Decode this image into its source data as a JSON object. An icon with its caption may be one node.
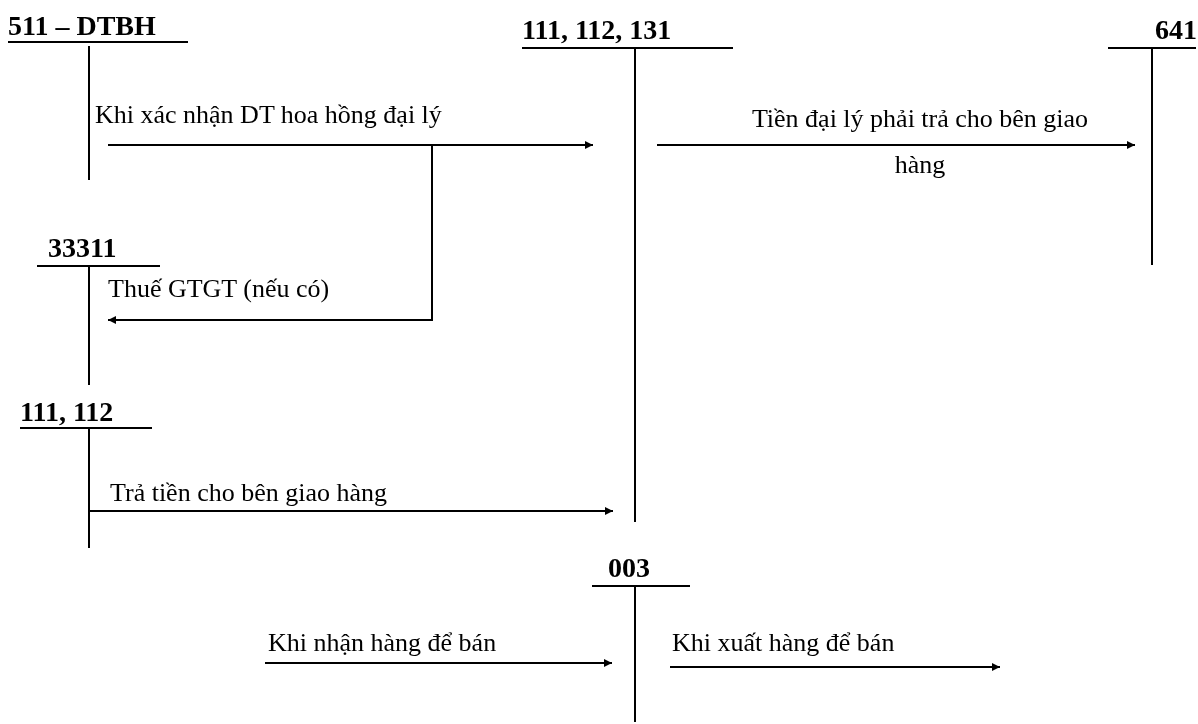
{
  "diagram": {
    "nodes": [
      {
        "text": [
          "511 – DTBH"
        ]
      },
      {
        "text": [
          "111, 112, 131"
        ]
      },
      {
        "text": [
          "641"
        ]
      },
      {
        "text": [
          "33311"
        ]
      },
      {
        "text": [
          "111, 112"
        ]
      },
      {
        "text": [
          "003"
        ]
      }
    ],
    "edges": [
      {
        "from": 0,
        "to": 1,
        "arrow": "to",
        "label": "Khi xác nhận DT hoa hồng đại lý"
      },
      {
        "from": 1,
        "to": 2,
        "arrow": "to",
        "label": "Tiền đại lý phải trả cho bên giao hàng"
      },
      {
        "from": 0,
        "to": 3,
        "arrow": "to",
        "label": "Thuế GTGT (nếu có)"
      },
      {
        "from": 4,
        "to": 1,
        "arrow": "to",
        "label": "Trả tiền cho bên giao hàng"
      },
      {
        "from": null,
        "to": 5,
        "arrow": "to",
        "label": "Khi nhận hàng để bán"
      },
      {
        "from": 5,
        "to": null,
        "arrow": "to",
        "label": "Khi xuất hàng để bán"
      }
    ]
  }
}
